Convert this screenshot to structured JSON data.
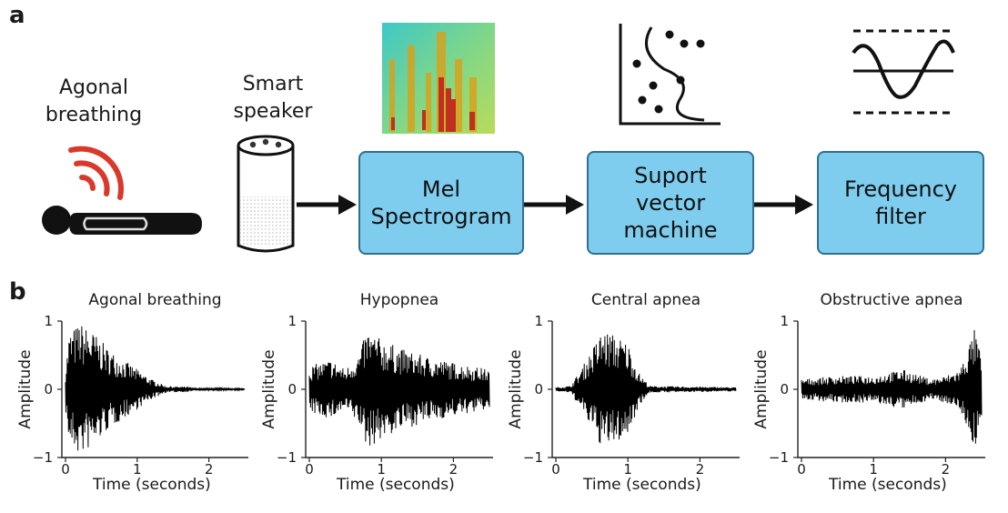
{
  "panel_a": {
    "label": "a",
    "agonal": {
      "line1": "Agonal",
      "line2": "breathing"
    },
    "speaker": {
      "line1": "Smart",
      "line2": "speaker"
    },
    "steps": [
      {
        "lines": [
          "Mel",
          "Spectrogram"
        ]
      },
      {
        "lines": [
          "Suport",
          "vector",
          "machine"
        ]
      },
      {
        "lines": [
          "Frequency",
          "filter"
        ]
      }
    ],
    "icons": [
      "person-lying-icon",
      "sound-waves-icon",
      "smart-speaker-icon",
      "spectrogram-icon",
      "svm-scatter-icon",
      "frequency-filter-icon",
      "arrow-icon"
    ],
    "colors": {
      "box_fill": "#7fcdee",
      "box_border": "#2f6f8f",
      "wave_red": "#d9392b"
    }
  },
  "panel_b": {
    "label": "b",
    "plots": [
      {
        "title": "Agonal breathing",
        "ylabel": "Amplitude",
        "xlabel": "Time (seconds)",
        "yticks": [
          "1",
          "0",
          "−1"
        ],
        "xticks": [
          "0",
          "1",
          "2"
        ]
      },
      {
        "title": "Hypopnea",
        "ylabel": "Amplitude",
        "xlabel": "Time (seconds)",
        "yticks": [
          "1",
          "0",
          "−1"
        ],
        "xticks": [
          "0",
          "1",
          "2"
        ]
      },
      {
        "title": "Central apnea",
        "ylabel": "Amplitude",
        "xlabel": "Time (seconds)",
        "yticks": [
          "1",
          "0",
          "−1"
        ],
        "xticks": [
          "0",
          "1",
          "2"
        ]
      },
      {
        "title": "Obstructive apnea",
        "ylabel": "Amplitude",
        "xlabel": "Time (seconds)",
        "yticks": [
          "1",
          "0",
          "−1"
        ],
        "xticks": [
          "0",
          "1",
          "2"
        ]
      }
    ]
  },
  "chart_data": [
    {
      "type": "line",
      "title": "Agonal breathing",
      "xlabel": "Time (seconds)",
      "ylabel": "Amplitude",
      "xlim": [
        0,
        2.5
      ],
      "ylim": [
        -1,
        1
      ],
      "envelope": {
        "t": [
          0,
          0.05,
          0.2,
          0.4,
          0.6,
          0.8,
          1.0,
          1.2,
          1.4,
          1.6,
          1.7,
          1.8,
          2.5
        ],
        "amp": [
          0.3,
          0.85,
          1.0,
          0.85,
          0.6,
          0.45,
          0.3,
          0.15,
          0.05,
          0.04,
          0.04,
          0.02,
          0.01
        ]
      }
    },
    {
      "type": "line",
      "title": "Hypopnea",
      "xlabel": "Time (seconds)",
      "ylabel": "Amplitude",
      "xlim": [
        0,
        2.5
      ],
      "ylim": [
        -1,
        1
      ],
      "envelope": {
        "t": [
          0,
          0.3,
          0.5,
          0.7,
          0.8,
          1.0,
          1.3,
          1.6,
          2.0,
          2.5
        ],
        "amp": [
          0.35,
          0.45,
          0.3,
          0.55,
          0.9,
          0.75,
          0.6,
          0.5,
          0.4,
          0.3
        ]
      }
    },
    {
      "type": "line",
      "title": "Central apnea",
      "xlabel": "Time (seconds)",
      "ylabel": "Amplitude",
      "xlim": [
        0,
        2.5
      ],
      "ylim": [
        -1,
        1
      ],
      "envelope": {
        "t": [
          0,
          0.2,
          0.35,
          0.5,
          0.65,
          0.85,
          1.0,
          1.15,
          1.3,
          2.5
        ],
        "amp": [
          0.03,
          0.05,
          0.3,
          0.6,
          0.9,
          0.8,
          0.7,
          0.25,
          0.05,
          0.03
        ]
      }
    },
    {
      "type": "line",
      "title": "Obstructive apnea",
      "xlabel": "Time (seconds)",
      "ylabel": "Amplitude",
      "xlim": [
        0,
        2.5
      ],
      "ylim": [
        -1,
        1
      ],
      "envelope": {
        "t": [
          0,
          0.5,
          1.0,
          1.4,
          1.8,
          2.0,
          2.2,
          2.4,
          2.5
        ],
        "amp": [
          0.15,
          0.2,
          0.2,
          0.3,
          0.15,
          0.2,
          0.3,
          0.9,
          0.5
        ]
      }
    }
  ]
}
